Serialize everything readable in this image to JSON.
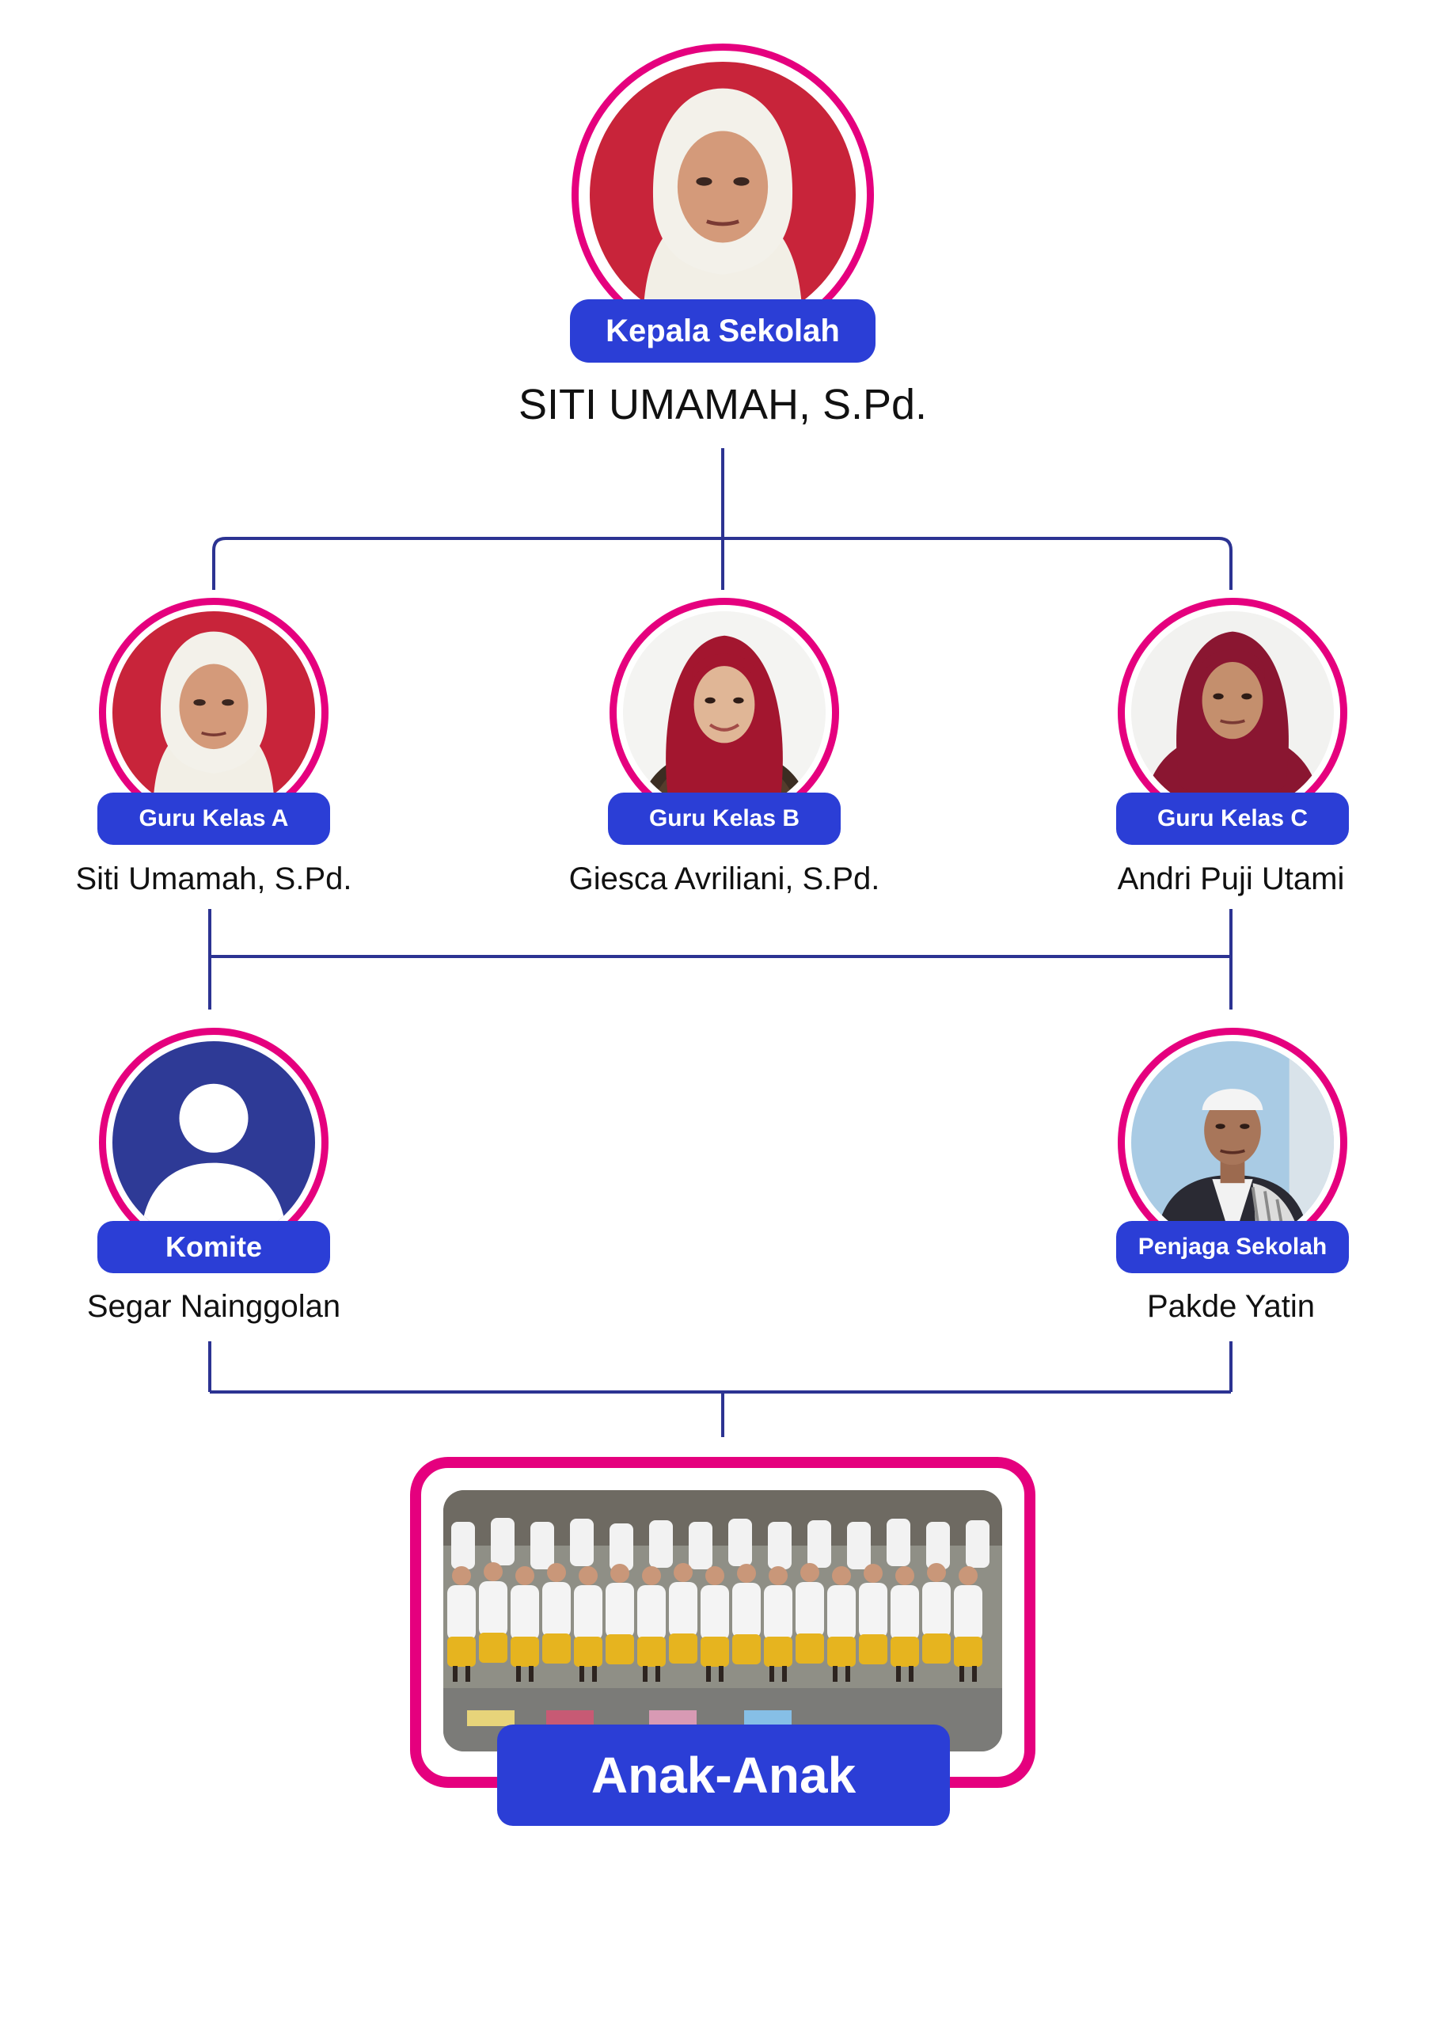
{
  "colors": {
    "ring": "#e5007e",
    "pill": "#2b3ed6",
    "connector": "#2c3392",
    "text": "#111111"
  },
  "principal": {
    "role": "Kepala Sekolah",
    "name": "SITI UMAMAH, S.Pd.",
    "photo_icon": "portrait-white-hijab-red-background"
  },
  "teachers": [
    {
      "role": "Guru Kelas A",
      "name": "Siti Umamah, S.Pd.",
      "photo_icon": "portrait-white-hijab-red-background"
    },
    {
      "role": "Guru Kelas B",
      "name": "Giesca Avriliani, S.Pd.",
      "photo_icon": "portrait-maroon-hijab"
    },
    {
      "role": "Guru Kelas C",
      "name": "Andri Puji Utami",
      "photo_icon": "portrait-maroon-hijab"
    }
  ],
  "committee": {
    "role": "Komite",
    "name": "Segar Nainggolan",
    "photo_icon": "user-placeholder-icon"
  },
  "caretaker": {
    "role": "Penjaga Sekolah",
    "name": "Pakde Yatin",
    "photo_icon": "portrait-man-white-cap"
  },
  "children": {
    "label": "Anak-Anak",
    "photo_icon": "group-photo-children-yellow-uniforms"
  }
}
